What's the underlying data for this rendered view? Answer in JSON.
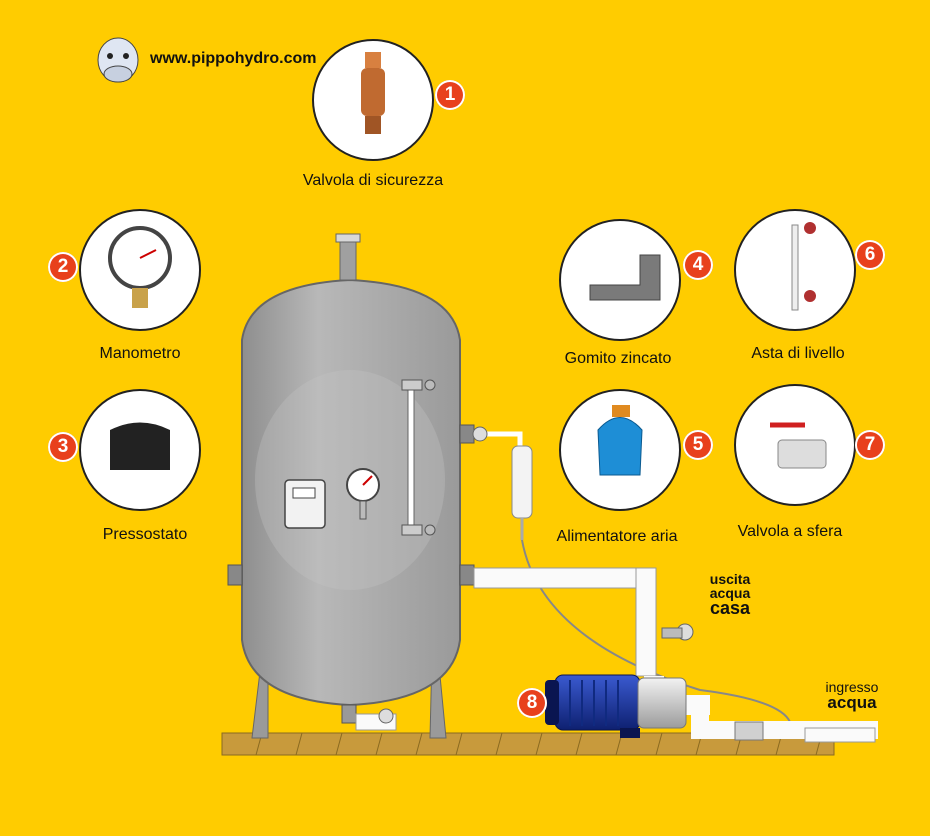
{
  "site_url": "www.pippohydro.com",
  "components": [
    {
      "number": "1",
      "label": "Valvola di sicurezza"
    },
    {
      "number": "2",
      "label": "Manometro"
    },
    {
      "number": "3",
      "label": "Pressostato"
    },
    {
      "number": "4",
      "label": "Gomito zincato"
    },
    {
      "number": "5",
      "label": "Alimentatore aria"
    },
    {
      "number": "6",
      "label": "Asta di livello"
    },
    {
      "number": "7",
      "label": "Valvola a sfera"
    },
    {
      "number": "8",
      "label": ""
    }
  ],
  "flow_labels": {
    "outlet": [
      "uscita",
      "acqua",
      "casa"
    ],
    "inlet": [
      "ingresso",
      "acqua"
    ]
  },
  "colors": {
    "background": "#ffcc00",
    "badge": "#e8401c",
    "tank": "#a9a9a9",
    "pump_motor": "#1a3aa0",
    "floor": "#c89a3c"
  }
}
